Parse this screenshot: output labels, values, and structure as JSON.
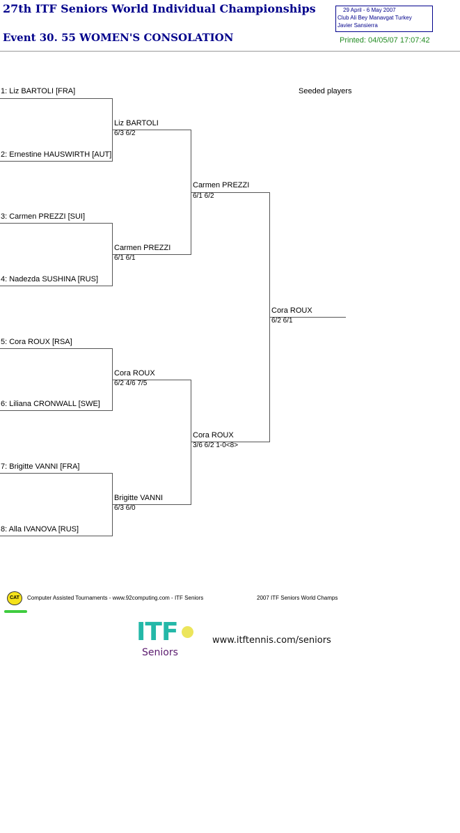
{
  "header": {
    "title": "27th ITF Seniors World Individual Championships",
    "event": "Event 30. 55 WOMEN'S CONSOLATION",
    "info_lines": [
      "29 April - 6 May 2007",
      "Club Ali Bey Manavgat    Turkey",
      "Javier Sansierra"
    ],
    "printed": "Printed: 04/05/07 17:07:42"
  },
  "seeded_label": "Seeded players",
  "round1": [
    "1: Liz BARTOLI [FRA]",
    "2: Ernestine HAUSWIRTH [AUT]",
    "3: Carmen PREZZI [SUI]",
    "4: Nadezda SUSHINA [RUS]",
    "5: Cora ROUX [RSA]",
    "6: Liliana CRONWALL [SWE]",
    "7: Brigitte VANNI [FRA]",
    "8: Alla IVANOVA [RUS]"
  ],
  "round2": [
    {
      "name": "Liz BARTOLI",
      "score": "6/3 6/2"
    },
    {
      "name": "Carmen PREZZI",
      "score": "6/1 6/1"
    },
    {
      "name": "Cora ROUX",
      "score": "6/2 4/6 7/5"
    },
    {
      "name": "Brigitte VANNI",
      "score": "6/3 6/0"
    }
  ],
  "round3": [
    {
      "name": "Carmen PREZZI",
      "score": "6/1 6/2"
    },
    {
      "name": "Cora ROUX",
      "score": "3/6 6/2 1-0<8>"
    }
  ],
  "final": {
    "name": "Cora ROUX",
    "score": "6/2 6/1"
  },
  "footer": {
    "badge": "CAT",
    "credit": "Computer Assisted Tournaments - www.92computing.com -  ITF Seniors",
    "event_short": "2007 ITF Seniors World Champs",
    "logo_text": "ITF",
    "logo_sub": "Seniors",
    "url": "www.itftennis.com/seniors"
  }
}
